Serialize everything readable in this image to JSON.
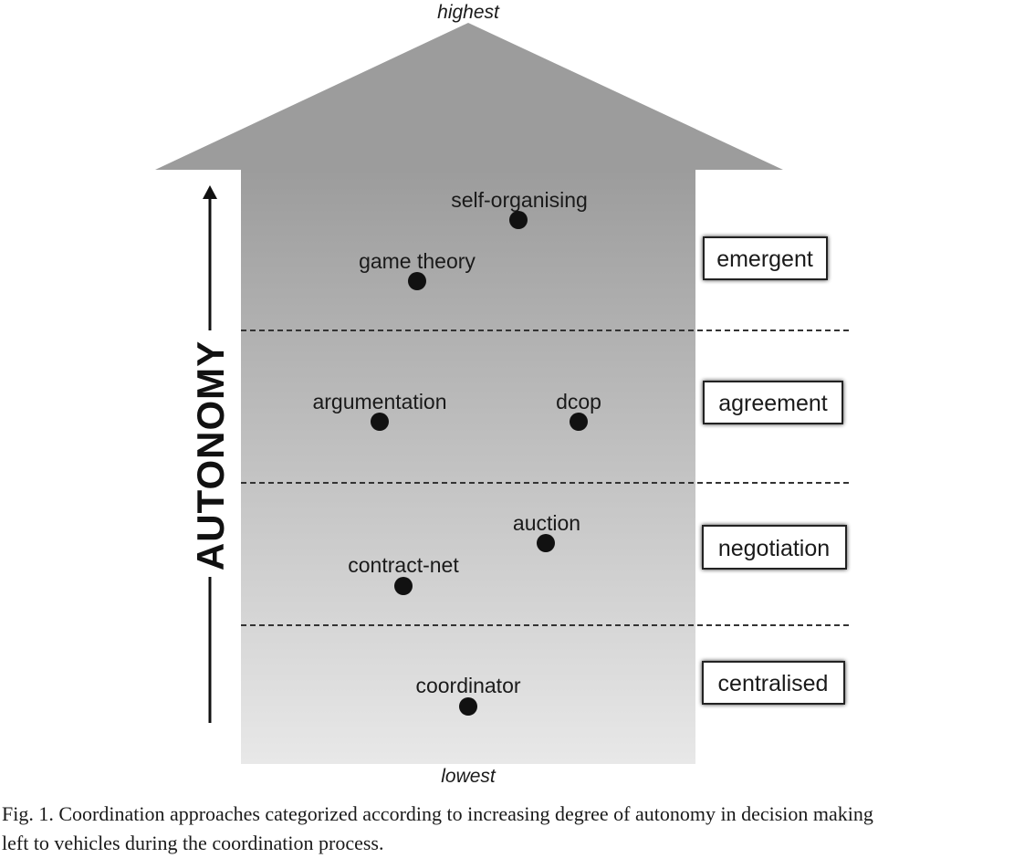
{
  "top_label": "highest",
  "bottom_label": "lowest",
  "axis_label": "AUTONOMY",
  "categories": [
    {
      "label": "emergent"
    },
    {
      "label": "agreement"
    },
    {
      "label": "negotiation"
    },
    {
      "label": "centralised"
    }
  ],
  "approaches": [
    {
      "label": "self-organising"
    },
    {
      "label": "game theory"
    },
    {
      "label": "argumentation"
    },
    {
      "label": "dcop"
    },
    {
      "label": "auction"
    },
    {
      "label": "contract-net"
    },
    {
      "label": "coordinator"
    }
  ],
  "caption": {
    "line1": "Fig. 1.  Coordination approaches categorized according to increasing degree of autonomy in decision making",
    "line2": "left to vehicles during the coordination process."
  },
  "colors": {
    "arrow_top": "#9a9a9a",
    "arrow_bottom": "#e6e6e6",
    "dot": "#111111",
    "divider": "#333333"
  }
}
